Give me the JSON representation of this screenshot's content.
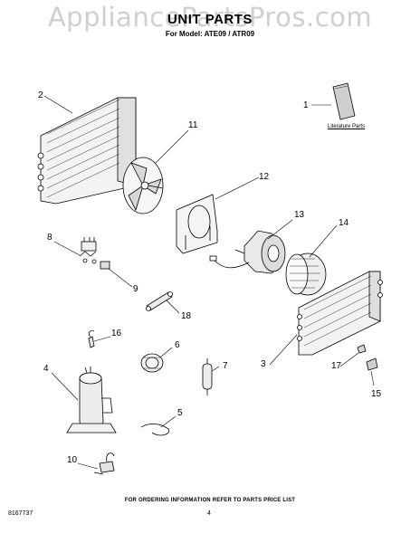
{
  "watermark": "AppliancePartsPros.com",
  "title": "UNIT PARTS",
  "subtitle": "For Model: ATE09 / ATR09",
  "literature_label": "Literature Parts",
  "footer_note": "FOR ORDERING INFORMATION REFER TO PARTS PRICE LIST",
  "doc_number": "8167737",
  "page_number": "4",
  "callouts": [
    "1",
    "2",
    "3",
    "4",
    "5",
    "6",
    "7",
    "8",
    "9",
    "10",
    "11",
    "12",
    "13",
    "14",
    "15",
    "16",
    "17",
    "18"
  ]
}
